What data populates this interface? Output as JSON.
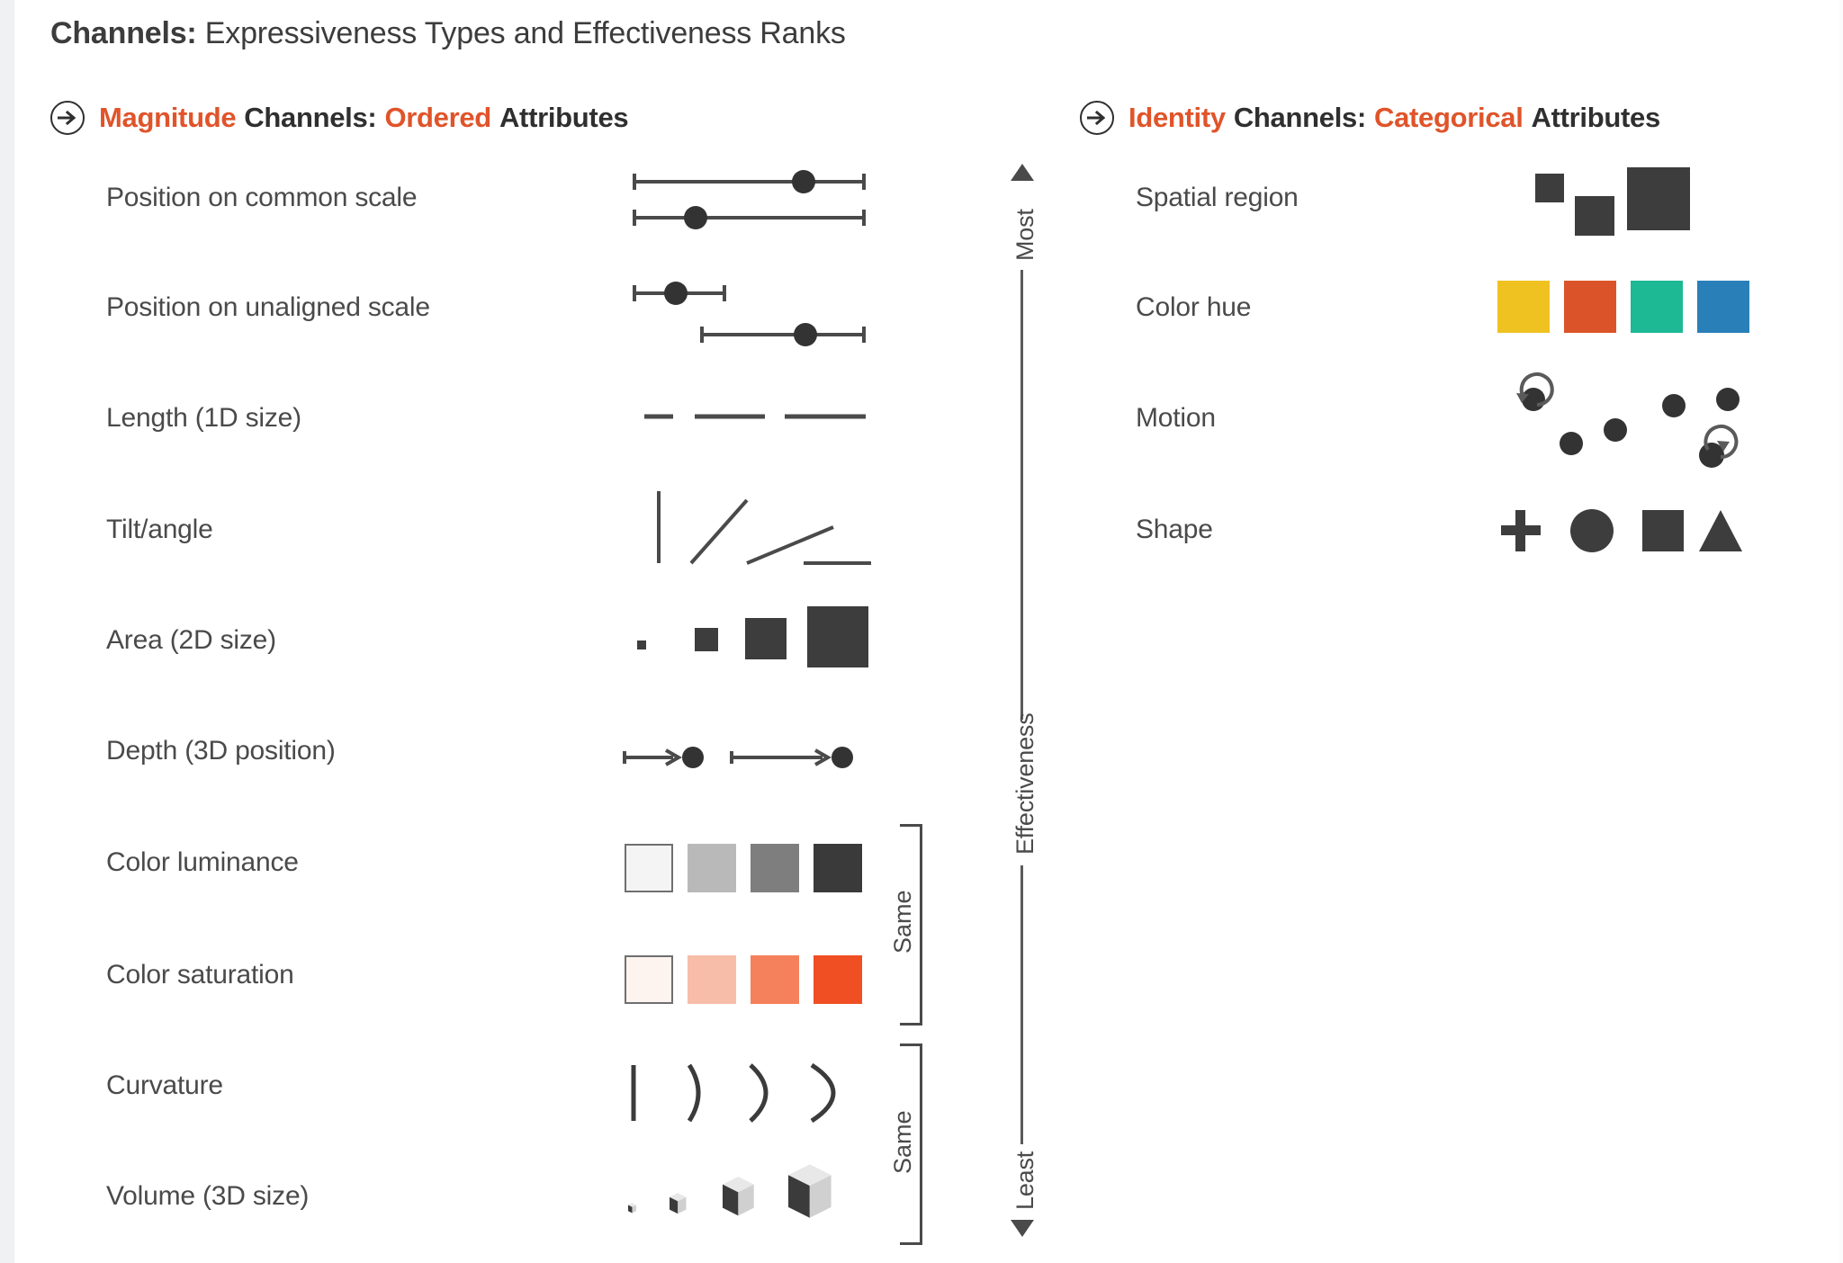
{
  "title": {
    "bold_part": "Channels:",
    "rest_part": " Expressiveness Types and Effectiveness Ranks"
  },
  "sections": [
    {
      "id": "magnitude",
      "icon": "arrow-right-circle-icon",
      "word1": "Magnitude",
      "word2": "Channels:",
      "word3": "Ordered",
      "word4": "Attributes",
      "rows": [
        {
          "label": "Position on common scale",
          "glyph": "two-aligned-range-bars"
        },
        {
          "label": "Position on unaligned scale",
          "glyph": "two-unaligned-range-bars"
        },
        {
          "label": "Length (1D size)",
          "glyph": "three-increasing-lines"
        },
        {
          "label": "Tilt/angle",
          "glyph": "four-tilted-lines"
        },
        {
          "label": "Area (2D size)",
          "glyph": "four-increasing-squares"
        },
        {
          "label": "Depth (3D position)",
          "glyph": "two-depth-arrows"
        },
        {
          "label": "Color luminance",
          "glyph": "four-gray-swatches"
        },
        {
          "label": "Color saturation",
          "glyph": "four-orange-swatches"
        },
        {
          "label": "Curvature",
          "glyph": "four-increasing-arcs"
        },
        {
          "label": "Volume (3D size)",
          "glyph": "four-increasing-cubes"
        }
      ]
    },
    {
      "id": "identity",
      "icon": "arrow-right-circle-icon",
      "word1": "Identity",
      "word2": "Channels:",
      "word3": "Categorical",
      "word4": "Attributes",
      "rows": [
        {
          "label": "Spatial region",
          "glyph": "three-offset-squares"
        },
        {
          "label": "Color hue",
          "glyph": "four-hue-swatches"
        },
        {
          "label": "Motion",
          "glyph": "dots-with-rotation-arrows"
        },
        {
          "label": "Shape",
          "glyph": "plus-circle-square-triangle"
        }
      ]
    }
  ],
  "effectiveness_axis": {
    "top_label": "Most",
    "middle_label": "Effectiveness",
    "bottom_label": "Least"
  },
  "brackets": [
    {
      "label": "Same",
      "covers": [
        "Color luminance",
        "Color saturation"
      ]
    },
    {
      "label": "Same",
      "covers": [
        "Curvature",
        "Volume (3D size)"
      ]
    }
  ],
  "colors": {
    "accent_orange": "#e0542a",
    "text_dark": "#3c3c3c",
    "text_body": "#4a4a4a",
    "hue_swatches": [
      "#efc222",
      "#db5429",
      "#1db894",
      "#2980b9"
    ],
    "luminance_swatches": [
      "#f4f4f4",
      "#b9b9b9",
      "#7e7e7e",
      "#3a3a3a"
    ],
    "saturation_swatches": [
      "#fdf3ef",
      "#f7bda9",
      "#f5805c",
      "#f04e23"
    ]
  }
}
